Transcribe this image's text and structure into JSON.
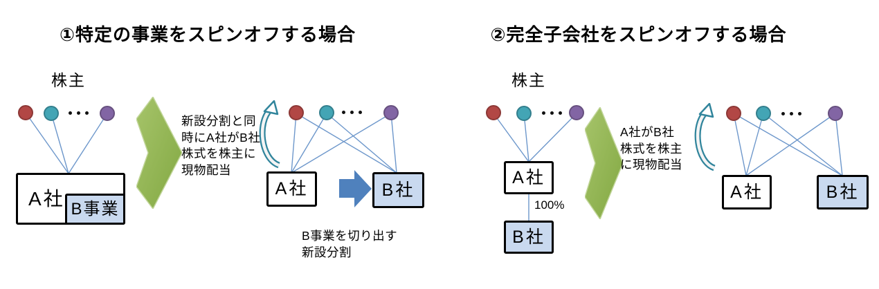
{
  "colors": {
    "green_light": "#a6c46a",
    "green_dark": "#82a842",
    "green_edge": "#c2d69b",
    "blue_arrow": "#4f81bd",
    "box_blue": "#c9d9ef",
    "teal": "#31859c",
    "line_blue": "#6d97cb",
    "dot_red": "#b24745",
    "dot_red_border": "#8c3836",
    "dot_teal": "#43a5b5",
    "dot_teal_border": "#337f8d",
    "dot_purple": "#8265a4",
    "dot_purple_border": "#67507f",
    "text": "#000000"
  },
  "left_panel": {
    "title": "①特定の事業をスピンオフする場合",
    "shareholders_label": "株主",
    "before": {
      "company_a": "A社",
      "business_b": "B事業"
    },
    "arrow_note": "新設分割と同\n時にA社がB社\n株式を株主に\n現物配当",
    "after": {
      "company_a": "A社",
      "company_b": "B社"
    },
    "caption": "B事業を切り出す\n新設分割"
  },
  "right_panel": {
    "title": "②完全子会社をスピンオフする場合",
    "shareholders_label": "株主",
    "before": {
      "company_a": "A社",
      "ownership": "100%",
      "company_b": "B社"
    },
    "arrow_note": "A社がB社\n株式を株主\nに現物配当",
    "after": {
      "company_a": "A社",
      "company_b": "B社"
    }
  }
}
